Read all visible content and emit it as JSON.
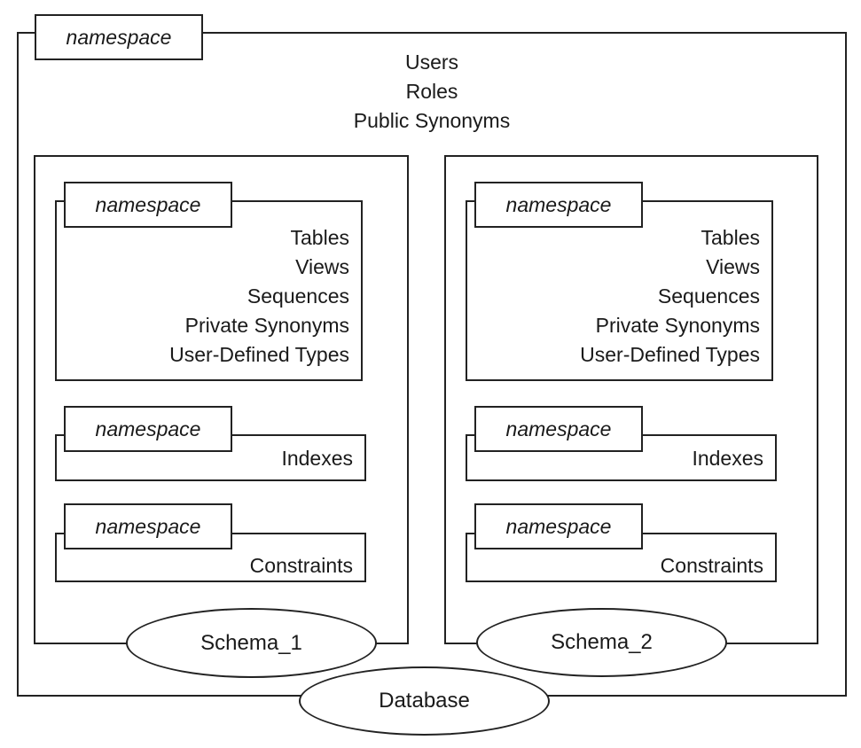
{
  "database": {
    "namespace_tab": "namespace",
    "items": [
      "Users",
      "Roles",
      "Public Synonyms"
    ],
    "label": "Database"
  },
  "schemas": [
    {
      "label": "Schema_1",
      "groups": [
        {
          "namespace_tab": "namespace",
          "items": [
            "Tables",
            "Views",
            "Sequences",
            "Private Synonyms",
            "User-Defined Types"
          ]
        },
        {
          "namespace_tab": "namespace",
          "items": [
            "Indexes"
          ]
        },
        {
          "namespace_tab": "namespace",
          "items": [
            "Constraints"
          ]
        }
      ]
    },
    {
      "label": "Schema_2",
      "groups": [
        {
          "namespace_tab": "namespace",
          "items": [
            "Tables",
            "Views",
            "Sequences",
            "Private Synonyms",
            "User-Defined Types"
          ]
        },
        {
          "namespace_tab": "namespace",
          "items": [
            "Indexes"
          ]
        },
        {
          "namespace_tab": "namespace",
          "items": [
            "Constraints"
          ]
        }
      ]
    }
  ],
  "colors": {
    "line": "#222222",
    "text": "#1a1a1a",
    "background": "#ffffff"
  }
}
